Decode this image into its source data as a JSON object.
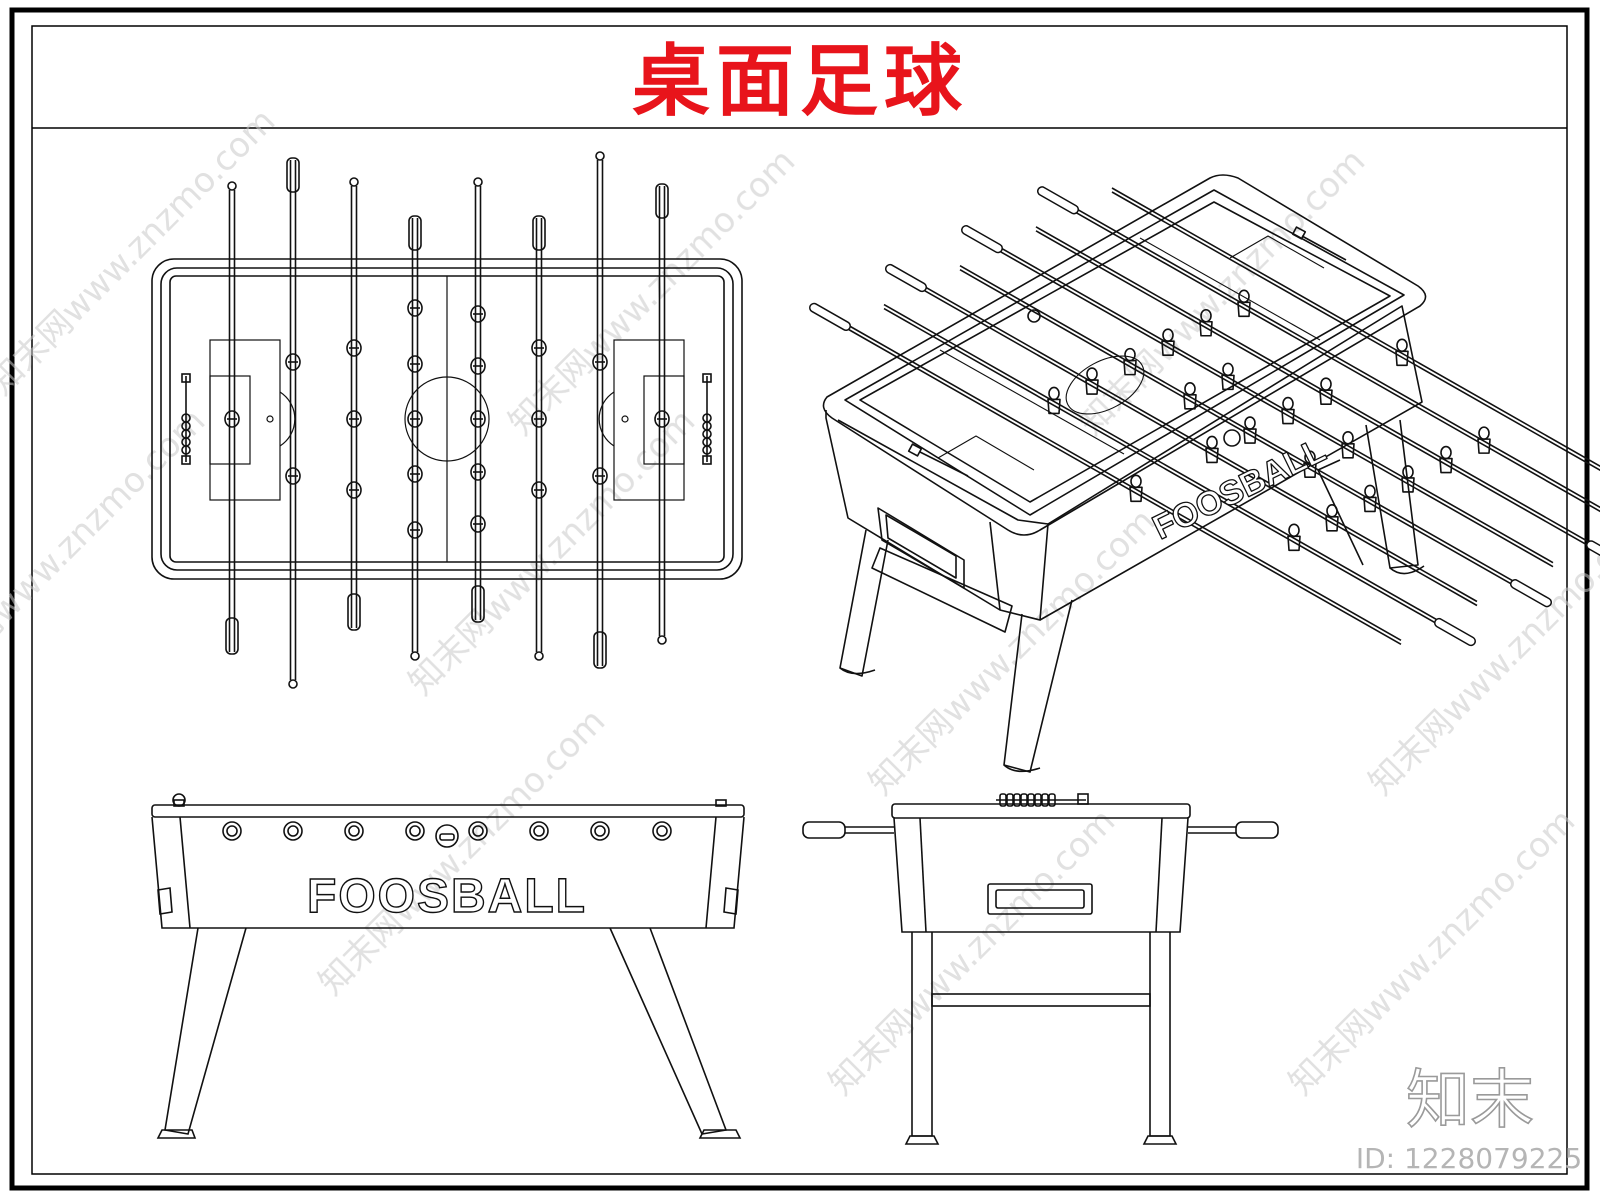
{
  "title": "桌面足球",
  "side_label": "FOOSBALL",
  "iso_label": "FOOSBALL",
  "watermark": "知末网www.znzmo.com",
  "logo_text": "知末",
  "image_id": "ID: 1228079225",
  "colors": {
    "title": "#e8141b",
    "line": "#111111",
    "frame": "#000000",
    "watermark": "#c8c8c8"
  }
}
